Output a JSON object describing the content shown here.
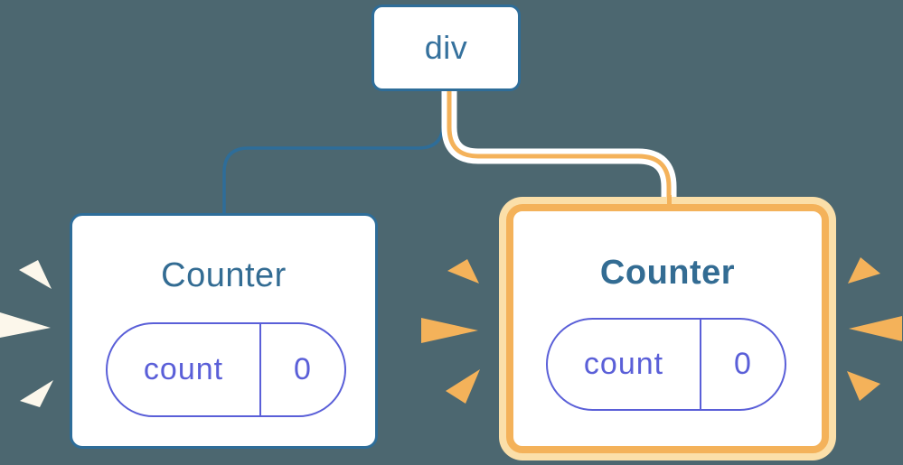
{
  "canvas": {
    "background_color": "#4C6770",
    "description": "React component tree diagram: a div root with two Counter children; the second Counter is highlighted with an orange glow and burst marks"
  },
  "colors": {
    "node_border_blue": "#2E6D99",
    "node_text_blue": "#336C93",
    "root_text_blue": "#35719D",
    "edge_blue": "#2E6D99",
    "edge_orange": "#F4B25A",
    "edge_halo_white": "#FFFFFF",
    "highlight_ring_outer": "#FBDFA9",
    "highlight_ring_inner": "#F4B25A",
    "state_purple": "#5A5FD8",
    "burst_white": "#FCF7EB",
    "burst_orange": "#F4B25A"
  },
  "tree": {
    "root": {
      "label": "div"
    },
    "children": [
      {
        "label": "Counter",
        "highlighted": false,
        "state": {
          "key": "count",
          "value": "0"
        }
      },
      {
        "label": "Counter",
        "highlighted": true,
        "state": {
          "key": "count",
          "value": "0"
        }
      }
    ]
  }
}
